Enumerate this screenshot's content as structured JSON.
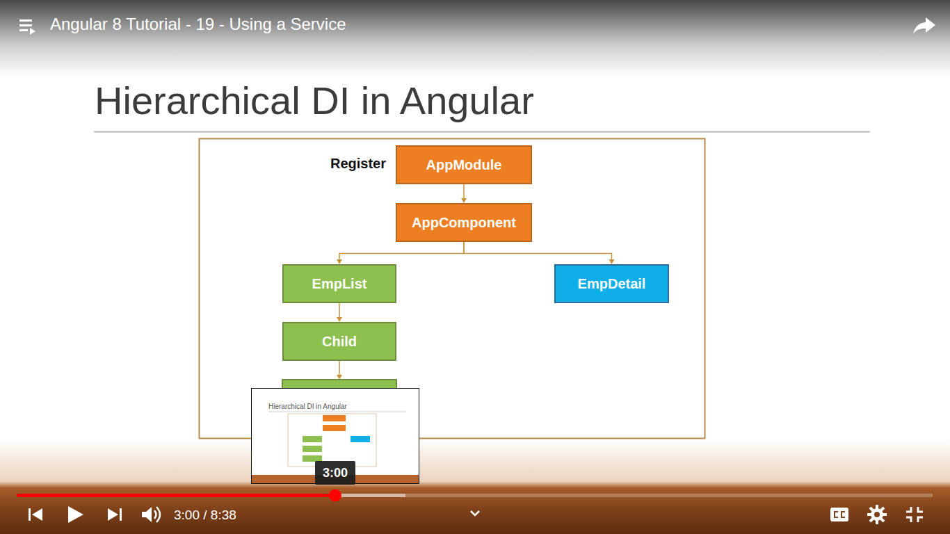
{
  "diagram": {
    "title": "Hierarchical DI in Angular",
    "nodes": [
      {
        "text": [
          "AppModule"
        ]
      },
      {
        "text": [
          "AppComponent"
        ]
      },
      {
        "text": [
          "EmpList"
        ]
      },
      {
        "text": [
          "EmpDetail"
        ]
      },
      {
        "text": [
          "Child"
        ]
      }
    ],
    "edges": [
      {
        "from": 0,
        "to": 1,
        "arrow": "to"
      },
      {
        "from": 1,
        "to": 2,
        "arrow": "to"
      },
      {
        "from": 1,
        "to": 3,
        "arrow": "to"
      },
      {
        "from": 2,
        "to": 4,
        "arrow": "to"
      }
    ],
    "labels": [
      "Angular 8 Tutorial - 19 - Using a Service",
      "Register",
      "Hierarchical DI in Angular",
      "3:00",
      "3:00 / 8:38"
    ]
  }
}
